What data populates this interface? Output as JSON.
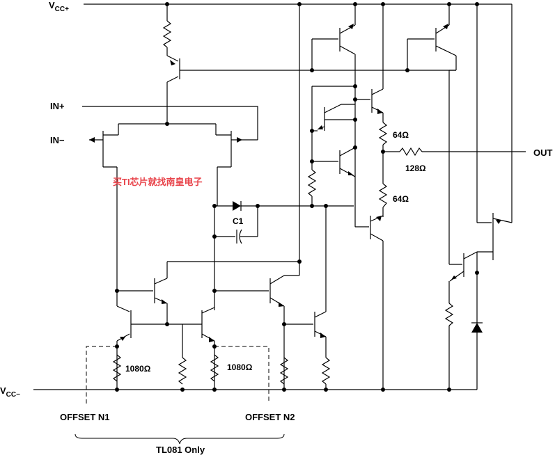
{
  "labels": {
    "vcc_plus_main": "V",
    "vcc_plus_sub": "CC+",
    "vcc_minus_main": "V",
    "vcc_minus_sub": "CC−",
    "in_plus": "IN+",
    "in_minus": "IN−",
    "out": "OUT",
    "c1": "C1",
    "r_64_top": "64Ω",
    "r_128": "128Ω",
    "r_64_bottom": "64Ω",
    "r_1080_left": "1080Ω",
    "r_1080_right": "1080Ω",
    "offset_n1": "OFFSET N1",
    "offset_n2": "OFFSET N2",
    "tl081_only": "TL081 Only"
  },
  "watermark": "买TI芯片就找南皇电子",
  "colors": {
    "line": "#000000",
    "watermark": "#e8434a",
    "background": "#ffffff"
  }
}
